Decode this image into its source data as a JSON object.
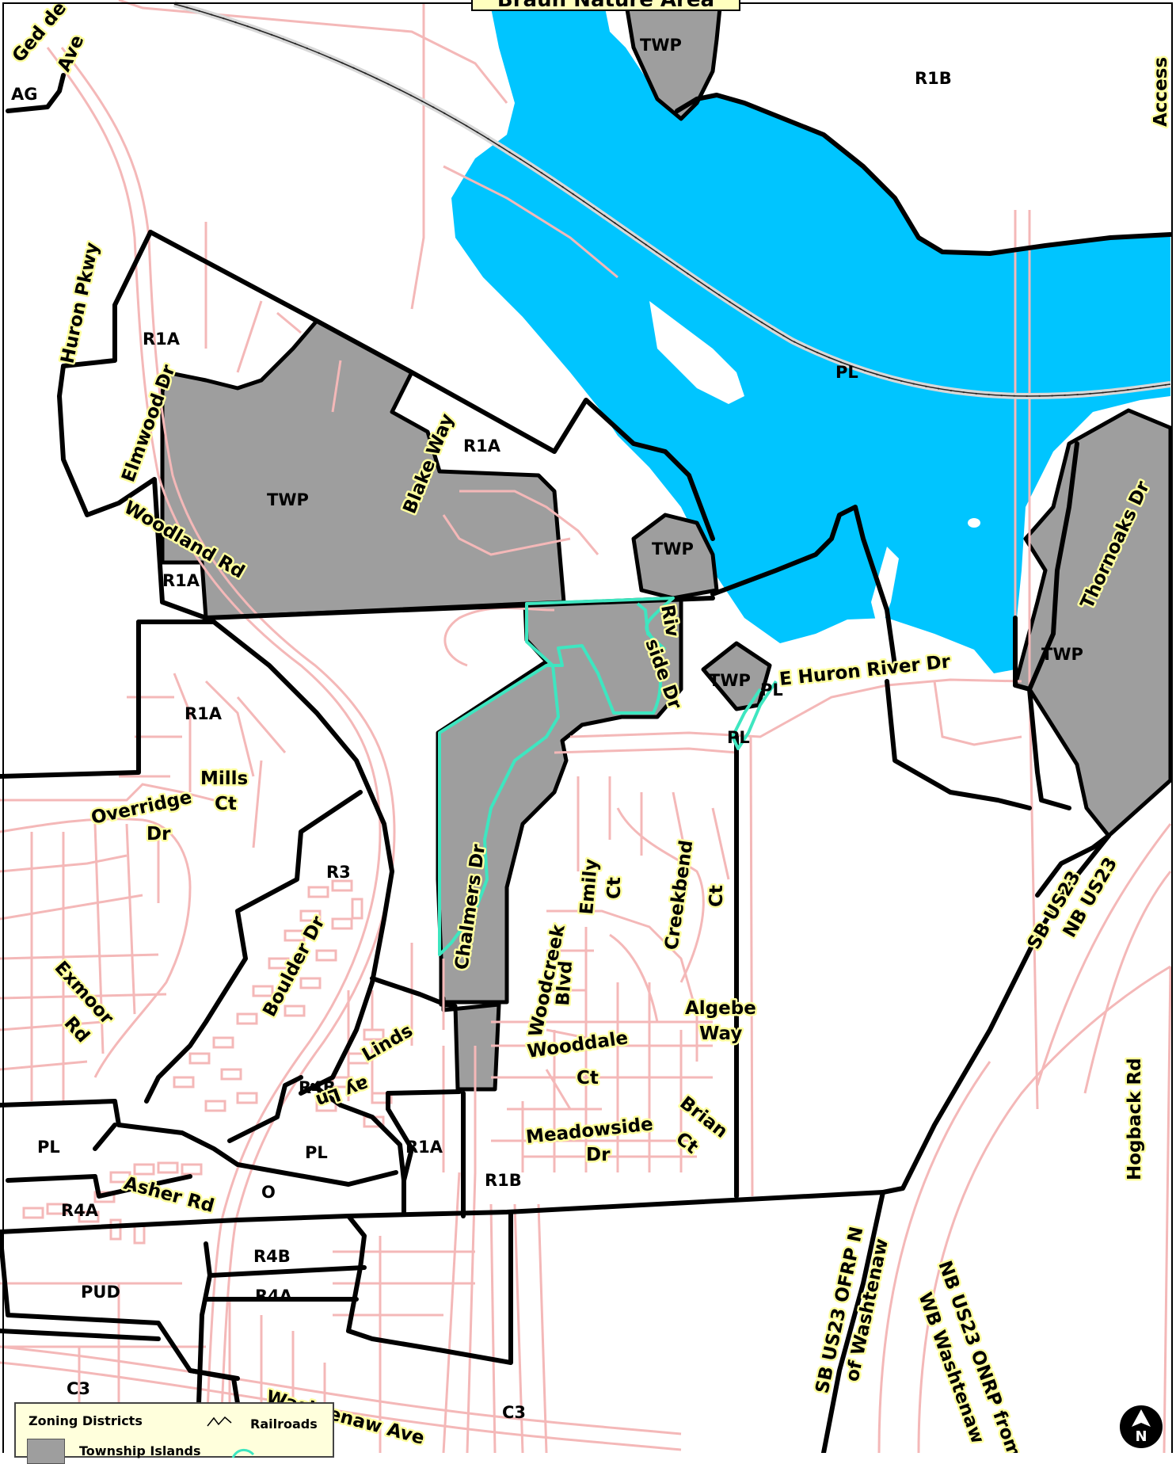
{
  "title": "Braun Nature Area",
  "colors": {
    "water": "#00c5ff",
    "township_island": "#9e9e9e",
    "parcel_line": "#f4b8b8",
    "zoning_boundary": "#000000",
    "nature_area_outline": "#3ee6c0",
    "label_halo": "#ffffa0",
    "legend_bg": "#ffffdc"
  },
  "zones": {
    "twp1": "TWP",
    "twp2": "TWP",
    "twp3": "TWP",
    "twp4": "TWP",
    "twp5": "TWP",
    "r1b_top": "R1B",
    "r1b_bottom": "R1B",
    "r1a1": "R1A",
    "r1a2": "R1A",
    "r1a3": "R1A",
    "r1a4": "R1A",
    "r1a5": "R1A",
    "ag": "AG",
    "pl1": "PL",
    "pl2": "PL",
    "pl3": "PL",
    "pl4": "PL",
    "pl5": "PL",
    "r3": "R3",
    "r4b1": "R4B",
    "r4b2": "R4B",
    "r4a1": "R4A",
    "r4a2": "R4A",
    "o": "O",
    "pud": "PUD",
    "c3a": "C3",
    "c3b": "C3"
  },
  "streets": {
    "ged_de": "Ged de",
    "ave": "Ave",
    "access": "Access",
    "huron_pkwy": "Huron Pkwy",
    "elmwood": "Elmwood Dr",
    "woodland": "Woodland Rd",
    "blake": "Blake Way",
    "thornoaks": "Thornoaks Dr",
    "riv": "Riv",
    "side_dr": "side Dr",
    "e_huron": "E Huron River Dr",
    "mills": "Mills",
    "mills_ct": "Ct",
    "overridge": "Overridge",
    "overridge_dr": "Dr",
    "chalmers": "Chalmers Dr",
    "emily": "Emily",
    "emily_ct": "Ct",
    "creekbend": "Creekbend",
    "creekbend_ct": "Ct",
    "sb_us23": "SB US23",
    "nb_us23": "NB US23",
    "boulder": "Boulder Dr",
    "exmoor": "Exmoor",
    "exmoor_rd": "Rd",
    "woodcreek": "Woodcreek",
    "woodcreek_blvd": "Blvd",
    "algebe": "Algebe",
    "algebe_way": "Way",
    "linds": "Linds",
    "ay_ln": "ay Ln",
    "wooddale": "Wooddale",
    "wooddale_ct": "Ct",
    "brian": "Brian",
    "brian_ct": "Ct",
    "hogback": "Hogback Rd",
    "meadowside": "Meadowside",
    "meadowside_dr": "Dr",
    "asher": "Asher Rd",
    "sb_ofrp_1": "SB US23 OFRP N",
    "sb_ofrp_2": "of Washtenaw",
    "nb_onrp_1": "NB US23 ONRP from",
    "nb_onrp_2": "WB Washtenaw",
    "washtenaw": "Washtenaw Ave"
  },
  "legend": {
    "title": "Zoning Districts",
    "railroads": "Railroads",
    "township_islands": "Township Islands"
  },
  "north_arrow": "N"
}
